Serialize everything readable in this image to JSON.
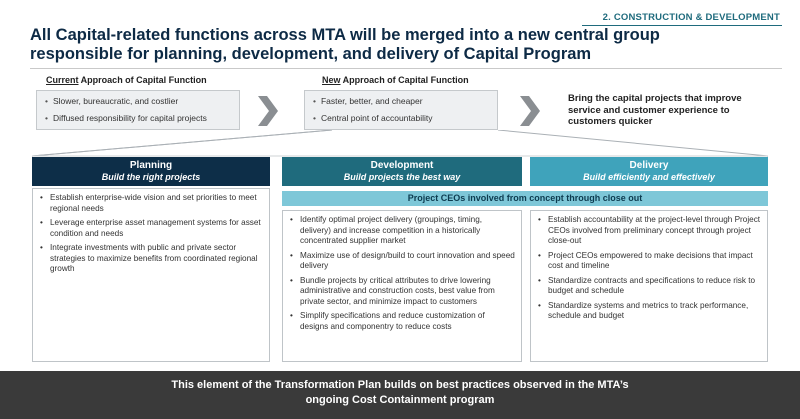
{
  "header": {
    "section_tag": "2. CONSTRUCTION & DEVELOPMENT",
    "title": "All Capital-related functions across MTA will be merged into a new central group responsible for planning, development, and delivery of Capital Program"
  },
  "current_approach": {
    "label_underlined": "Current",
    "label_rest": " Approach of Capital Function",
    "items": [
      "Slower, bureaucratic, and costlier",
      "Diffused responsibility for capital projects"
    ]
  },
  "new_approach": {
    "label_underlined": "New",
    "label_rest": " Approach of Capital Function",
    "items": [
      "Faster, better, and cheaper",
      "Central point of accountability"
    ]
  },
  "outcome_text": "Bring the capital projects that improve service and customer experience to customers quicker",
  "columns": [
    {
      "title": "Planning",
      "subtitle": "Build the right projects",
      "color": "#0d2e48",
      "items": [
        "Establish enterprise-wide vision and set priorities to meet regional needs",
        "Leverage enterprise asset management systems for asset condition and needs",
        "Integrate investments with public and private sector strategies to maximize benefits from coordinated regional growth"
      ]
    },
    {
      "title": "Development",
      "subtitle": "Build projects the best way",
      "color": "#1f6b7d",
      "items": [
        "Identify optimal project delivery (groupings, timing, delivery) and increase competition in a historically concentrated supplier market",
        "Maximize use of design/build to court innovation and speed delivery",
        "Bundle projects by critical attributes to drive lowering administrative and construction costs, best value from private sector, and minimize impact to customers",
        "Simplify specifications and reduce customization of designs and componentry to reduce costs"
      ]
    },
    {
      "title": "Delivery",
      "subtitle": "Build efficiently and effectively",
      "color": "#3fa3bb",
      "items": [
        "Establish accountability at the project-level through Project CEOs involved from preliminary concept through project close-out",
        "Project CEOs empowered to make decisions that impact cost and timeline",
        "Standardize contracts and specifications to reduce risk to budget and schedule",
        "Standardize systems and metrics to track performance, schedule and budget"
      ]
    }
  ],
  "ceo_bar": "Project CEOs involved from concept through close out",
  "footer": {
    "line1": "This element of the Transformation Plan builds on best practices observed in the MTA’s",
    "line2": "ongoing Cost Containment program"
  }
}
